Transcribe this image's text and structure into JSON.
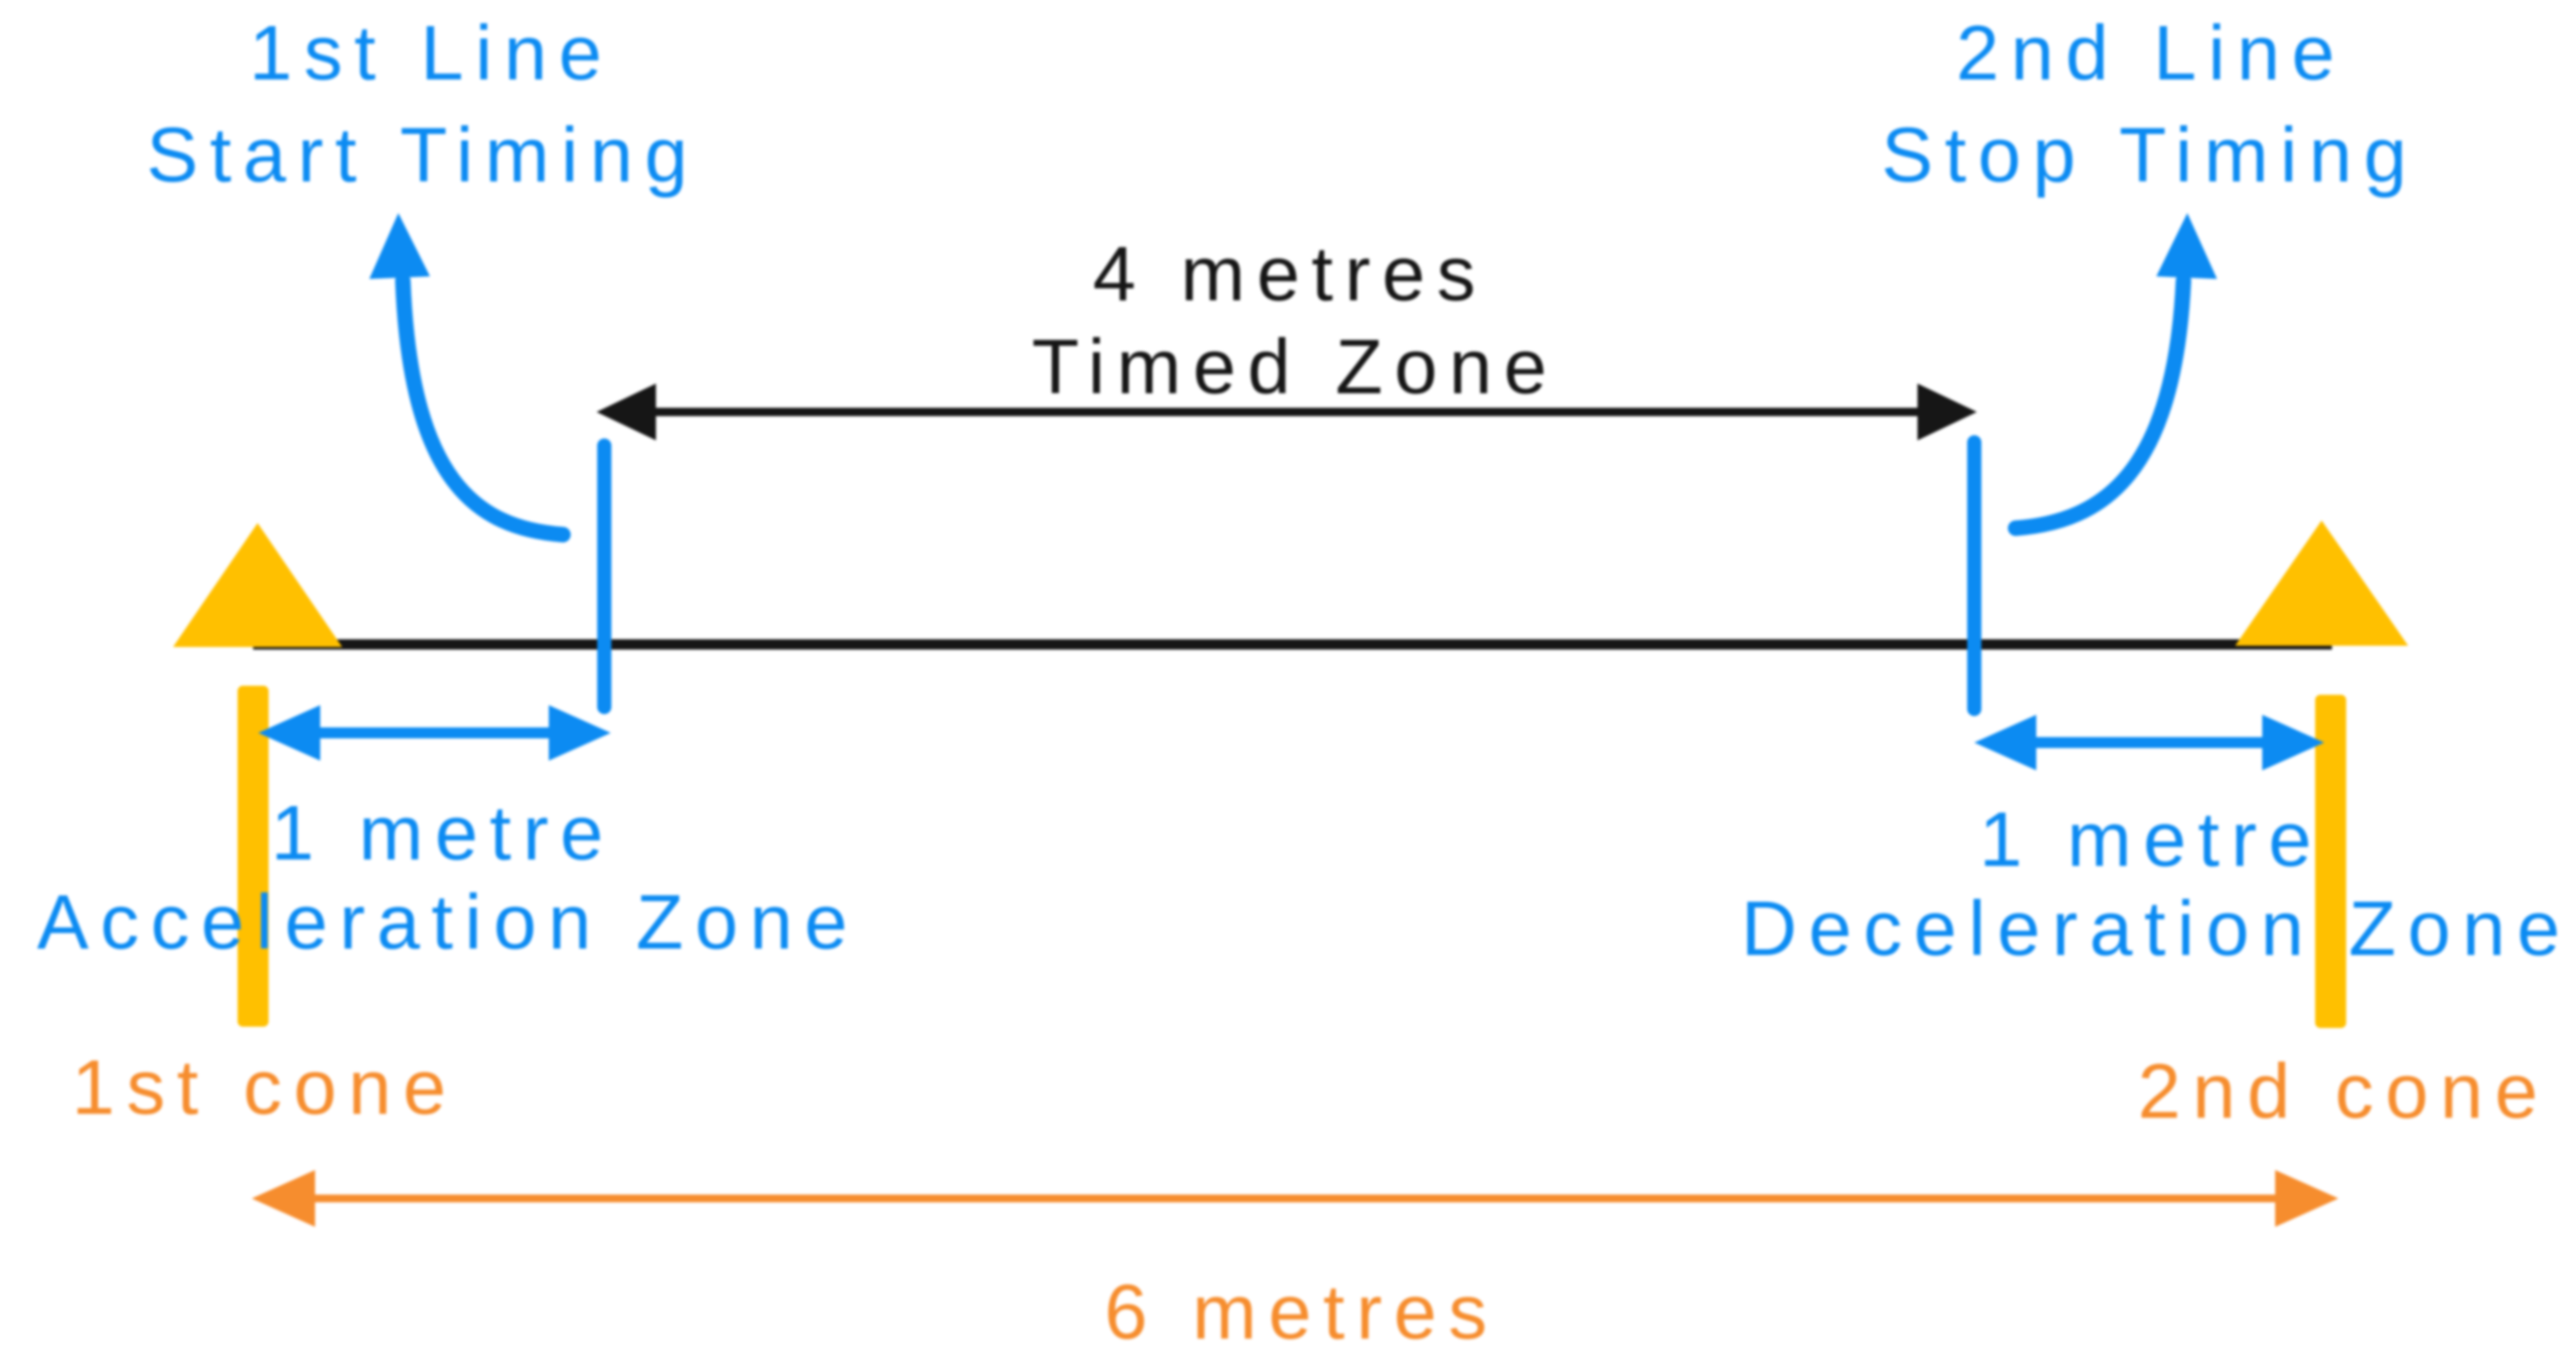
{
  "diagram": {
    "description": "Flying sprint timing-gate layout diagram",
    "colors": {
      "blue": "#0C8BF2",
      "orange": "#F68D2E",
      "gold": "#FFC000",
      "black": "#161616"
    },
    "timing_line_left": {
      "line1": "1st Line",
      "line2": "Start Timing"
    },
    "timing_line_right": {
      "line1": "2nd Line",
      "line2": "Stop Timing"
    },
    "timed_zone": {
      "line1": "4 metres",
      "line2": "Timed Zone"
    },
    "acceleration_zone": {
      "line1": "1 metre",
      "line2": "Acceleration Zone"
    },
    "deceleration_zone": {
      "line1": "1 metre",
      "line2": "Deceleration Zone"
    },
    "cone_left_label": "1st cone",
    "cone_right_label": "2nd cone",
    "total_distance_label": "6 metres"
  }
}
